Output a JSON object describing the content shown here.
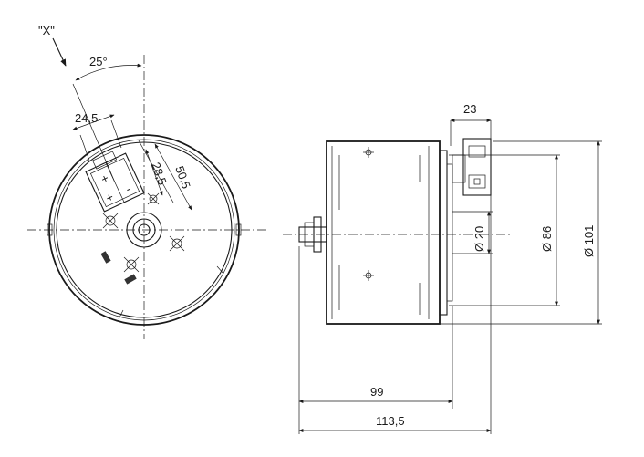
{
  "view_label": "\"X\"",
  "dimensions": {
    "angle": "25°",
    "width_24_5": "24,5",
    "radial_28_5": "28,5",
    "radial_50_5": "50,5",
    "width_23": "23",
    "dia_20": "Ø 20",
    "dia_86": "Ø 86",
    "dia_101": "Ø 101",
    "length_99": "99",
    "length_113_5": "113,5"
  },
  "terminal_marks": {
    "plus": "+",
    "minus": "-"
  }
}
